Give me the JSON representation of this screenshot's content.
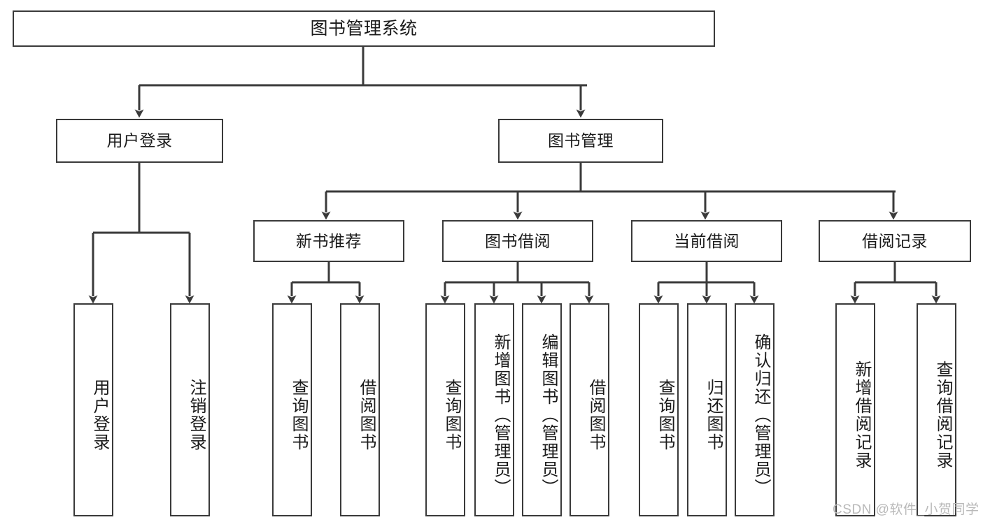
{
  "diagram": {
    "type": "tree-hierarchy",
    "title": "图书管理系统",
    "watermark": "CSDN @软件_小贺同学",
    "colors": {
      "stroke": "#3a3a3a",
      "fill": "#ffffff",
      "text": "#1b1b1b",
      "watermark": "#b9b9b9"
    },
    "levels": {
      "level1": [
        "图书管理系统"
      ],
      "level2": [
        "用户登录",
        "图书管理"
      ],
      "level3": [
        "新书推荐",
        "图书借阅",
        "当前借阅",
        "借阅记录"
      ],
      "level4": [
        "用户登录",
        "注销登录",
        "查询图书",
        "借阅图书",
        "查询图书",
        "新增图书（管理员）",
        "编辑图书（管理员）",
        "借阅图书",
        "查询图书",
        "归还图书",
        "确认归还（管理员）",
        "新增借阅记录",
        "查询借阅记录"
      ]
    },
    "nodes": {
      "root": {
        "label": "图书管理系统"
      },
      "user_login": {
        "label": "用户登录"
      },
      "book_mgmt": {
        "label": "图书管理"
      },
      "new_book_rec": {
        "label": "新书推荐"
      },
      "book_borrow": {
        "label": "图书借阅"
      },
      "current_borrow": {
        "label": "当前借阅"
      },
      "borrow_record": {
        "label": "借阅记录"
      },
      "leaf_user_login": {
        "label": "用户登录"
      },
      "leaf_logout": {
        "label": "注销登录"
      },
      "leaf_query_book_1": {
        "label": "查询图书"
      },
      "leaf_borrow_book_1": {
        "label": "借阅图书"
      },
      "leaf_query_book_2": {
        "label": "查询图书"
      },
      "leaf_add_book_admin": {
        "label": "新增图书（管理员）"
      },
      "leaf_edit_book_admin": {
        "label": "编辑图书（管理员）"
      },
      "leaf_borrow_book_2": {
        "label": "借阅图书"
      },
      "leaf_query_book_3": {
        "label": "查询图书"
      },
      "leaf_return_book": {
        "label": "归还图书"
      },
      "leaf_confirm_return_admin": {
        "label": "确认归还（管理员）"
      },
      "leaf_add_record": {
        "label": "新增借阅记录"
      },
      "leaf_query_record": {
        "label": "查询借阅记录"
      }
    },
    "edges": [
      {
        "from": "root",
        "to": "user_login"
      },
      {
        "from": "root",
        "to": "book_mgmt"
      },
      {
        "from": "user_login",
        "to": "leaf_user_login"
      },
      {
        "from": "user_login",
        "to": "leaf_logout"
      },
      {
        "from": "book_mgmt",
        "to": "new_book_rec"
      },
      {
        "from": "book_mgmt",
        "to": "book_borrow"
      },
      {
        "from": "book_mgmt",
        "to": "current_borrow"
      },
      {
        "from": "book_mgmt",
        "to": "borrow_record"
      },
      {
        "from": "new_book_rec",
        "to": "leaf_query_book_1"
      },
      {
        "from": "new_book_rec",
        "to": "leaf_borrow_book_1"
      },
      {
        "from": "book_borrow",
        "to": "leaf_query_book_2"
      },
      {
        "from": "book_borrow",
        "to": "leaf_add_book_admin"
      },
      {
        "from": "book_borrow",
        "to": "leaf_edit_book_admin"
      },
      {
        "from": "book_borrow",
        "to": "leaf_borrow_book_2"
      },
      {
        "from": "current_borrow",
        "to": "leaf_query_book_3"
      },
      {
        "from": "current_borrow",
        "to": "leaf_return_book"
      },
      {
        "from": "current_borrow",
        "to": "leaf_confirm_return_admin"
      },
      {
        "from": "borrow_record",
        "to": "leaf_add_record"
      },
      {
        "from": "borrow_record",
        "to": "leaf_query_record"
      }
    ]
  }
}
